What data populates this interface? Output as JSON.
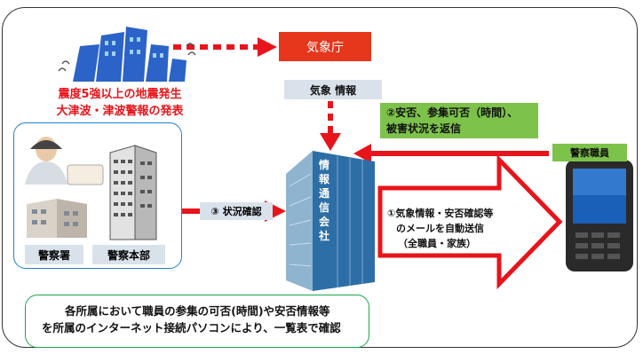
{
  "quake_caption": [
    "震度5強以上の地震発生",
    "大津波・津波警報の発表"
  ],
  "agency": "気象庁",
  "weather_info_label": "気象 情報",
  "reply_box": [
    "②安否、参集可否（時間）、",
    "被害状況を返信"
  ],
  "staff_label": "警察職員",
  "police_station_label": "警察署",
  "police_hq_label": "警察本部",
  "status_check_label": "③ 状況確認",
  "center_company": "情報通信会社",
  "notify_text": [
    "①気象情報・安否確認等",
    "のメールを自動送信",
    "（全職員・家族）"
  ],
  "note": [
    "各所属において職員の参集の可否(時間)や安否情報等",
    "を所属のインターネット接続パソコンにより、一覧表で確認"
  ],
  "colors": {
    "agency_red": "#e6361b",
    "alert_red": "#e8141b",
    "reply_green": "#7dc24a",
    "label_gray": "#d9e1ea",
    "group_blue": "#1f7fd0",
    "note_green": "#1aa54a"
  }
}
